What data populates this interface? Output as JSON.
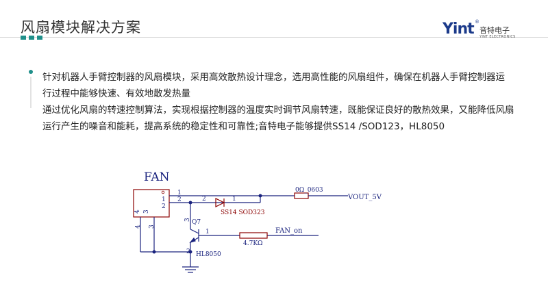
{
  "slide": {
    "title": "风扇模块解决方案",
    "logo": {
      "mark": "Yint",
      "registered": "®",
      "cn_name": "音特电子",
      "en_name": "YINT ELECTRONICS"
    },
    "paragraph1": "针对机器人手臂控制器的风扇模块，采用高效散热设计理念，选用高性能的风扇组件，确保在机器人手臂控制器运行过程中能够快速、有效地散发热量",
    "paragraph2": "通过优化风扇的转速控制算法，实现根据控制器的温度实时调节风扇转速，既能保证良好的散热效果，又能降低风扇运行产生的噪音和能耗，提高系统的稳定性和可靠性;音特电子能够提供SS14 /SOD123，HL8050"
  },
  "schematic": {
    "connector_label": "FAN",
    "pins": {
      "p1": "1",
      "p2": "2",
      "p3": "3",
      "p4": "4"
    },
    "resistor_top": "0Ω_0603",
    "vout_label": "VOUT_5V",
    "diode_pin2": "2",
    "diode_pin1": "1",
    "diode_label": "SS14 SOD323",
    "transistor_ref": "Q7",
    "transistor_pin3": "3",
    "transistor_pin1": "1",
    "transistor_pin2": "2",
    "transistor_part": "HL8050",
    "resistor_base": "4.7KΩ",
    "fan_on_label": "FAN_on"
  },
  "colors": {
    "accent": "#1f8f8a",
    "wire": "#1a237e",
    "component": "#8b0000",
    "label": "#1a237e"
  }
}
